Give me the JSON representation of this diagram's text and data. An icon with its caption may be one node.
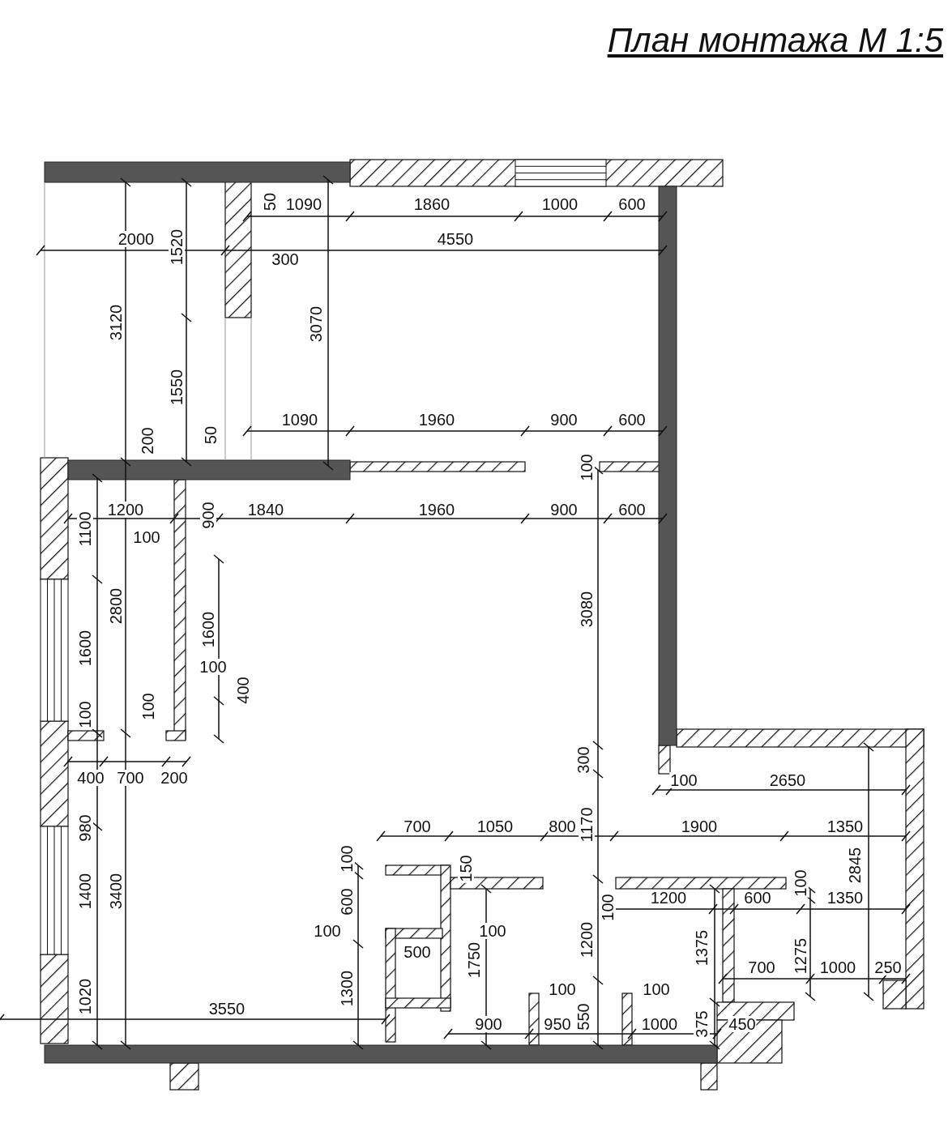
{
  "diagram": {
    "title": "План монтажа М 1:5",
    "labels": [
      "50",
      "1090",
      "1860",
      "1000",
      "600",
      "2000",
      "1520",
      "4550",
      "300",
      "3120",
      "3070",
      "1550",
      "1090",
      "1960",
      "900",
      "600",
      "200",
      "50",
      "100",
      "1200",
      "1840",
      "1960",
      "900",
      "600",
      "1100",
      "900",
      "100",
      "2800",
      "3080",
      "1600",
      "1600",
      "100",
      "400",
      "100",
      "100",
      "300",
      "400",
      "700",
      "200",
      "100",
      "2650",
      "980",
      "700",
      "1050",
      "800",
      "1170",
      "1900",
      "1350",
      "100",
      "150",
      "2845",
      "1400",
      "3400",
      "600",
      "100",
      "1200",
      "600",
      "100",
      "1350",
      "100",
      "500",
      "1750",
      "100",
      "1200",
      "1375",
      "700",
      "1275",
      "1000",
      "250",
      "1300",
      "100",
      "100",
      "1020",
      "3550",
      "900",
      "950",
      "550",
      "1000",
      "375",
      "450"
    ]
  }
}
